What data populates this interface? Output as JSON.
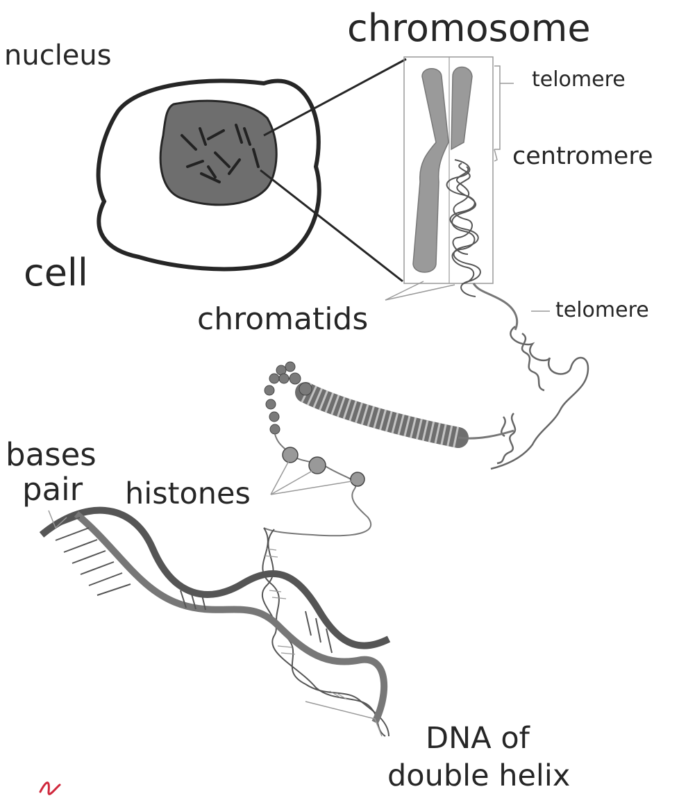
{
  "labels": {
    "chromosome": "chromosome",
    "nucleus": "nucleus",
    "cell": "cell",
    "telomere_top": "telomere",
    "centromere": "centromere",
    "chromatids": "chromatids",
    "telomere_bottom": "telomere",
    "bases": "bases",
    "pair": "pair",
    "histones": "histones",
    "dna_line1": "DNA of",
    "dna_line2": "double helix"
  },
  "colors": {
    "ink": "#262626",
    "nucleus_fill": "#6e6e6e",
    "chromatid_fill": "#9a9a9a",
    "bead_fill": "#7a7a7a",
    "signature": "#d0283c"
  }
}
